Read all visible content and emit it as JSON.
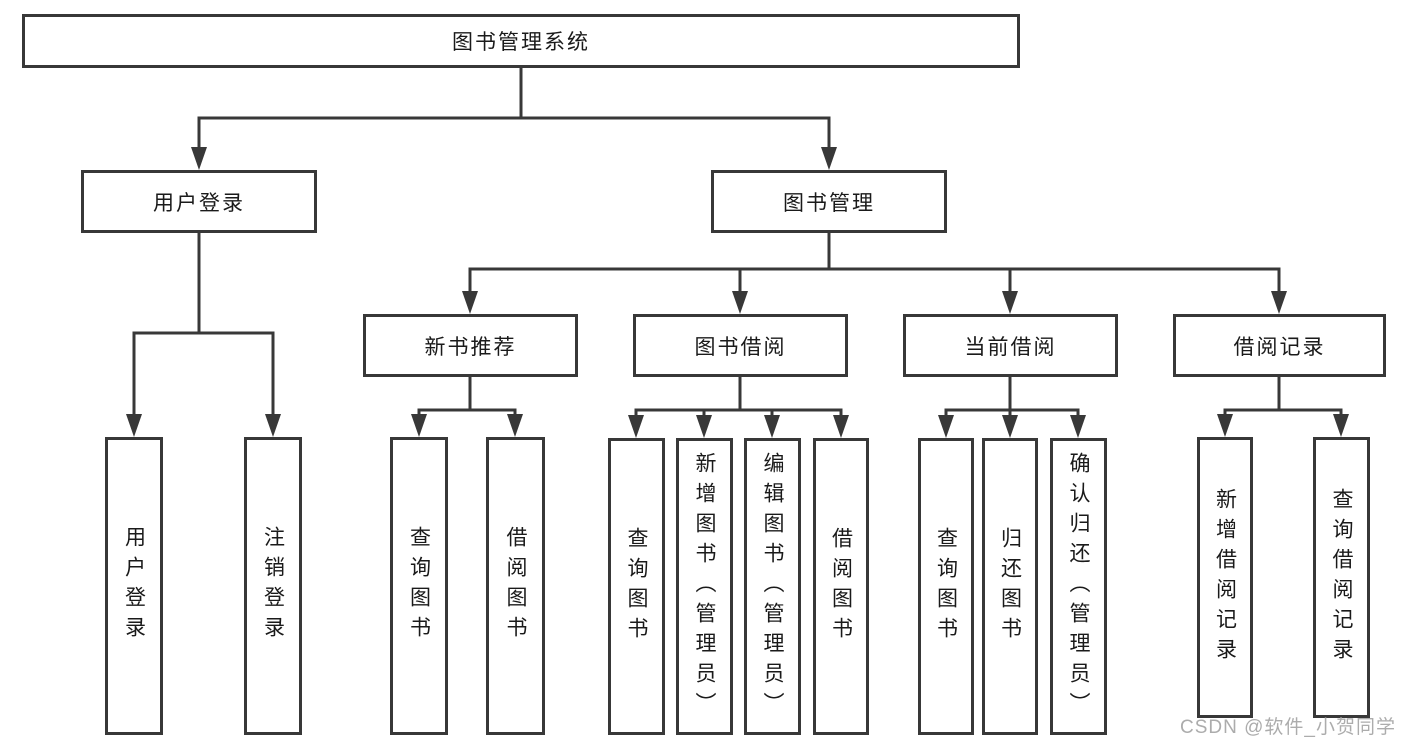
{
  "diagram": {
    "root": {
      "label": "图书管理系统"
    },
    "branches": [
      {
        "label": "用户登录",
        "children": [
          {
            "label": "用户登录"
          },
          {
            "label": "注销登录"
          }
        ]
      },
      {
        "label": "图书管理",
        "children": [
          {
            "label": "新书推荐",
            "children": [
              {
                "label": "查询图书"
              },
              {
                "label": "借阅图书"
              }
            ]
          },
          {
            "label": "图书借阅",
            "children": [
              {
                "label": "查询图书"
              },
              {
                "label": "新增图书（管理员）"
              },
              {
                "label": "编辑图书（管理员）"
              },
              {
                "label": "借阅图书"
              }
            ]
          },
          {
            "label": "当前借阅",
            "children": [
              {
                "label": "查询图书"
              },
              {
                "label": "归还图书"
              },
              {
                "label": "确认归还（管理员）"
              }
            ]
          },
          {
            "label": "借阅记录",
            "children": [
              {
                "label": "新增借阅记录"
              },
              {
                "label": "查询借阅记录"
              }
            ]
          }
        ]
      }
    ]
  },
  "watermark": {
    "text": "CSDN @软件_小贺同学",
    "color": "#a8a8a8"
  },
  "colors": {
    "line": "#383838",
    "box_border": "#383838",
    "text": "#1a1a1a",
    "background": "#ffffff"
  }
}
